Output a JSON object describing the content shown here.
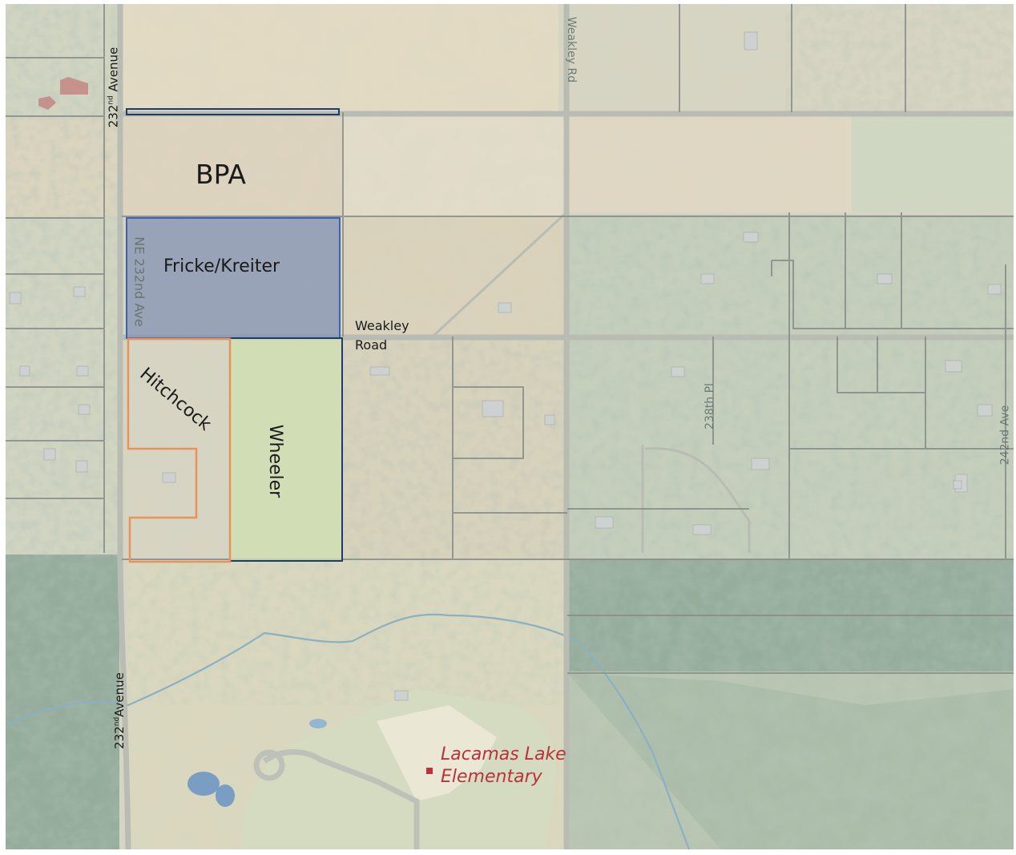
{
  "map": {
    "parcels": {
      "bpa": "BPA",
      "fricke_kreiter": "Fricke/Kreiter",
      "hitchcock": "Hitchcock",
      "wheeler": "Wheeler"
    },
    "roads": {
      "avenue_top": {
        "number": "232",
        "suffix": "nd",
        "name": " Avenue"
      },
      "avenue_bottom": {
        "number": "232",
        "suffix": "nd",
        "name": "Avenue"
      },
      "weakley_line1": "Weakley",
      "weakley_line2": "Road",
      "weakley_rd_map": "Weakley Rd",
      "ne_232nd_ave": "NE 232nd Ave",
      "pl_238th": "238th Pl",
      "ave_242nd": "242nd Ave"
    },
    "school": {
      "line1": "Lacamas Lake",
      "line2": "Elementary"
    },
    "colors": {
      "bpa_outline": "#1f3a6e",
      "fricke_fill": "#7f8eb4",
      "fricke_outline": "#3b63b5",
      "hitchcock_outline": "#e8935c",
      "wheeler_fill": "#cfe2b0",
      "wheeler_outline": "#1f3a6e",
      "school_label": "#b9333c"
    }
  }
}
